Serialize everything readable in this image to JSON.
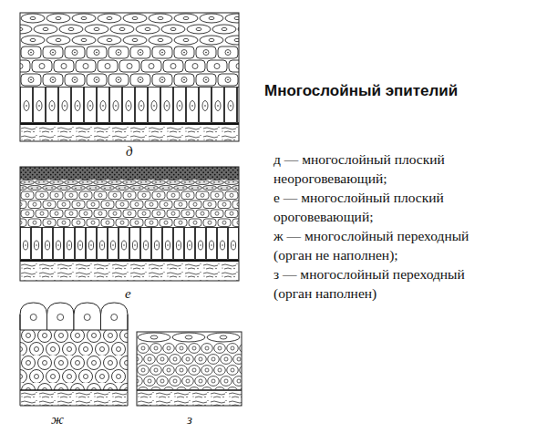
{
  "diagram": {
    "title": "Многослойный эпителий",
    "labels": [
      "д",
      "е",
      "ж",
      "з",
      "д — многослойный плоский неороговевающий;",
      "е — многослойный плоский ороговевающий;",
      "ж — многослойный переходный (орган не наполнен);",
      "з — многослойный переходный (орган наполнен)"
    ]
  }
}
